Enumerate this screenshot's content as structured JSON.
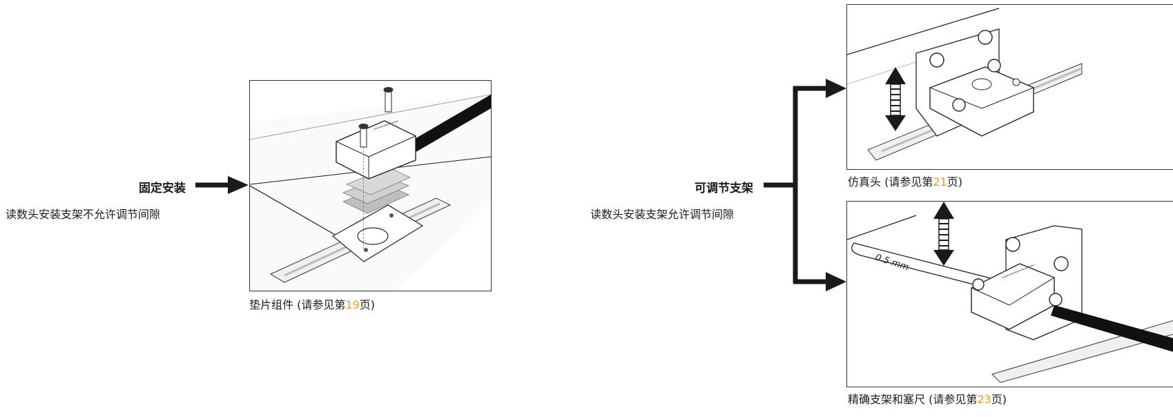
{
  "left": {
    "label": "固定安装",
    "description": "读数头安装支架不允许调节间隙",
    "caption_prefix": "垫片组件 (请参见第",
    "caption_page": "19",
    "caption_suffix": "页)"
  },
  "right": {
    "label": "可调节支架",
    "description": "读数头安装支架允许调节间隙",
    "top_caption_prefix": "仿真头 (请参见第",
    "top_caption_page": "21",
    "top_caption_suffix": "页)",
    "bottom_caption_prefix": "精确支架和塞尺 (请参见第",
    "bottom_caption_page": "23",
    "bottom_caption_suffix": "页)",
    "feeler_text": "0.5 mm"
  },
  "colors": {
    "accent": "#f39c1e",
    "line": "#1a1a1a"
  }
}
